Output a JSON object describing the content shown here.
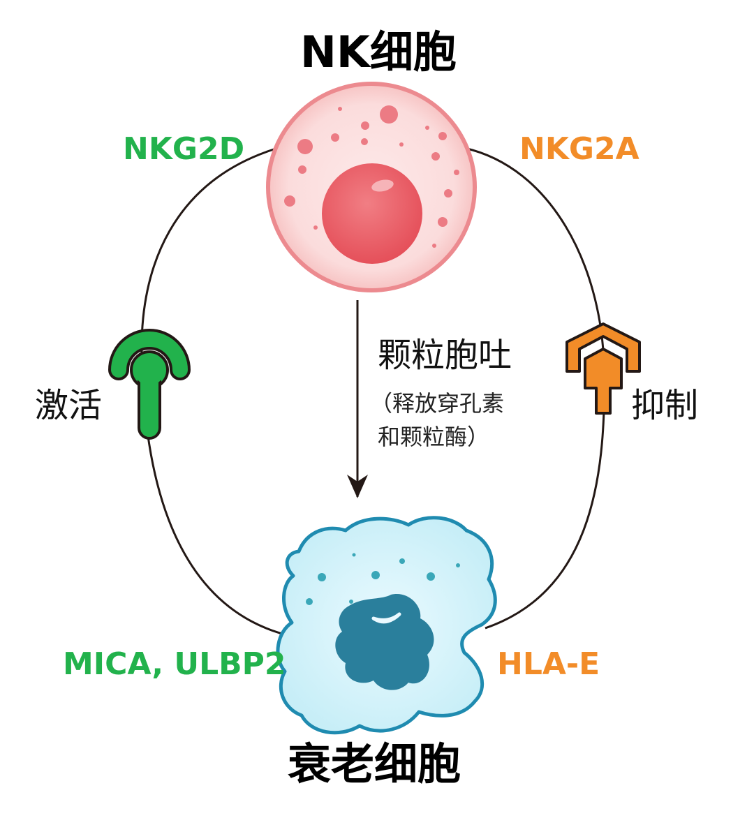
{
  "nk_cell_title": "NK细胞",
  "senescent_cell_title": "衰老细胞",
  "activating": {
    "receptor": "NKG2D",
    "action": "激活",
    "ligands": "MICA, ULBP2",
    "color": "#22b24c"
  },
  "inhibitory": {
    "receptor": "NKG2A",
    "action": "抑制",
    "ligand": "HLA-E",
    "color": "#f28c28"
  },
  "process": {
    "title": "颗粒胞吐",
    "note_line1": "（释放穿孔素",
    "note_line2": "和颗粒酶）"
  },
  "colors": {
    "nk_cell": "#f6b8b8",
    "nk_nucleus": "#e8505b",
    "senescent_cell": "#bfe8f2",
    "senescent_nucleus": "#2a7f9c",
    "loop_line": "#231815"
  }
}
